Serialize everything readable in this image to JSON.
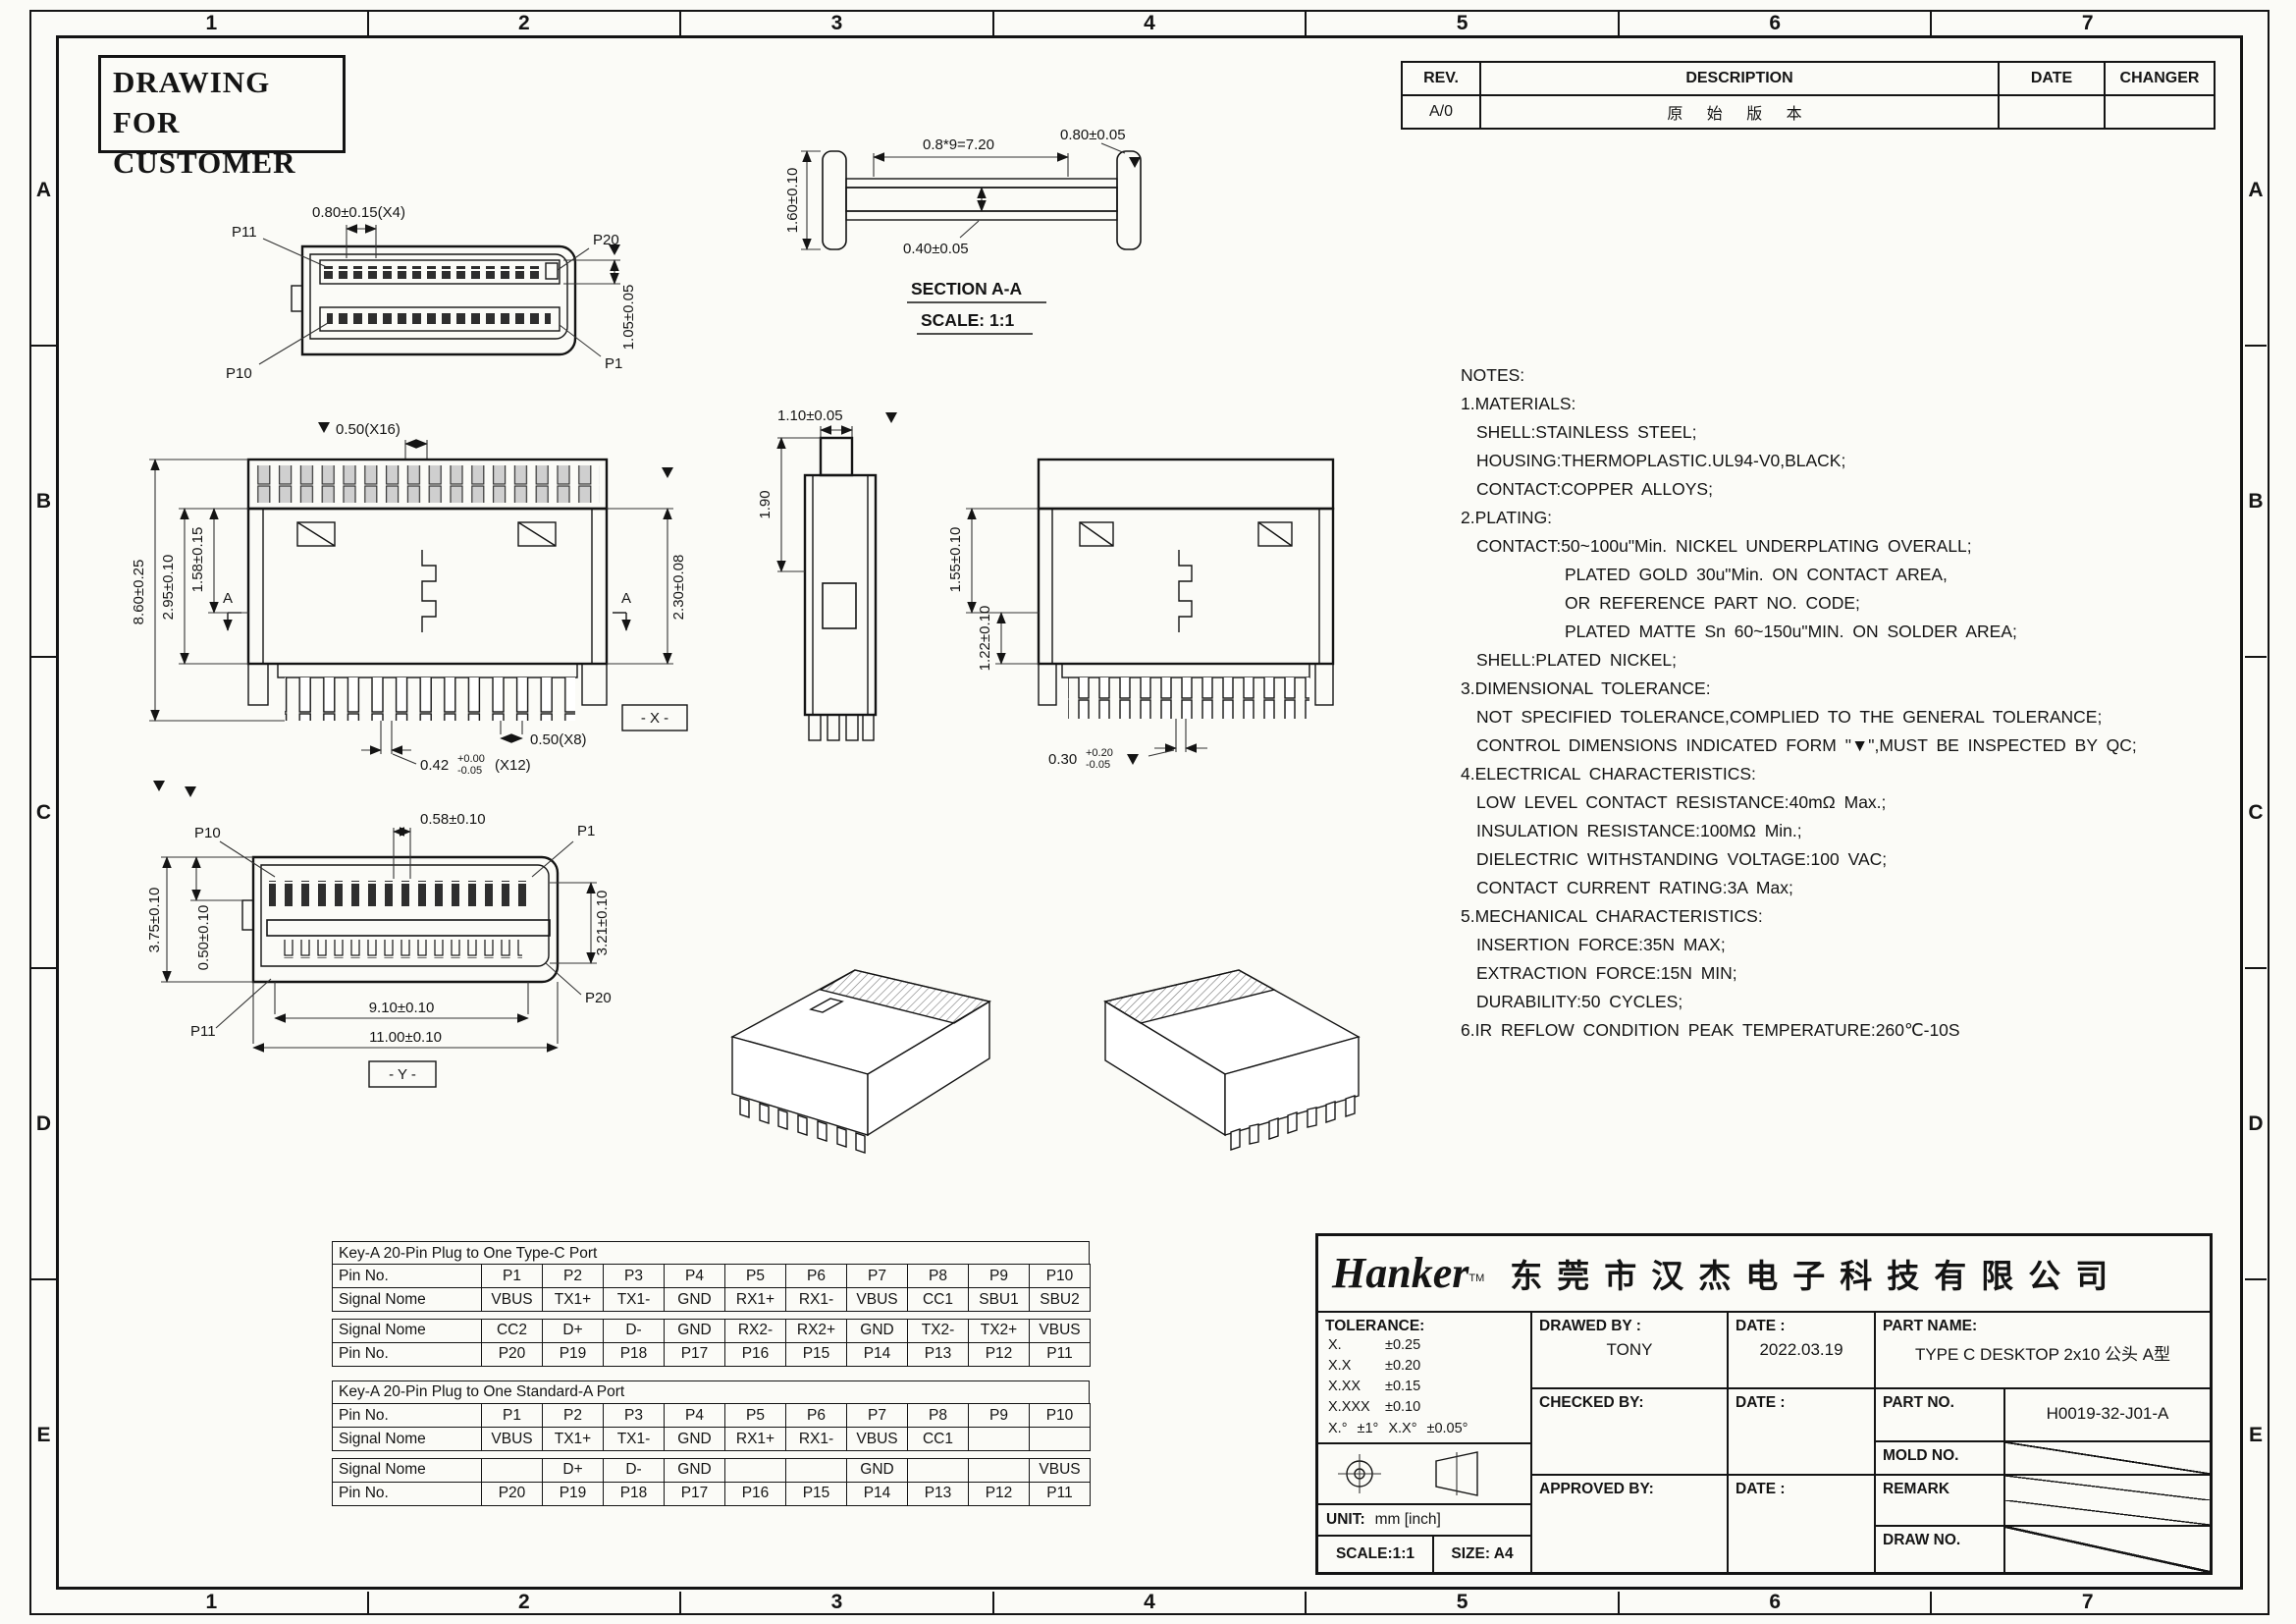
{
  "sheet": {
    "title_line1": "DRAWING FOR",
    "title_line2": "CUSTOMER",
    "grid_cols": [
      "1",
      "2",
      "3",
      "4",
      "5",
      "6",
      "7"
    ],
    "grid_rows": [
      "A",
      "B",
      "C",
      "D",
      "E"
    ]
  },
  "revision": {
    "h_rev": "REV.",
    "h_desc": "DESCRIPTION",
    "h_date": "DATE",
    "h_changer": "CHANGER",
    "r_rev": "A/0",
    "r_desc": "原 始 版 本",
    "r_date": "",
    "r_changer": ""
  },
  "notes": {
    "heading": "NOTES:",
    "lines": [
      "1.MATERIALS:",
      "SHELL:STAINLESS STEEL;",
      "HOUSING:THERMOPLASTIC.UL94-V0,BLACK;",
      "CONTACT:COPPER ALLOYS;",
      "2.PLATING:",
      "CONTACT:50~100u\"Min. NICKEL UNDERPLATING OVERALL;",
      "PLATED GOLD 30u\"Min. ON CONTACT AREA,",
      "OR REFERENCE PART NO. CODE;",
      "PLATED MATTE Sn 60~150u\"MIN. ON SOLDER AREA;",
      "SHELL:PLATED NICKEL;",
      "3.DIMENSIONAL TOLERANCE:",
      "NOT SPECIFIED TOLERANCE,COMPLIED TO THE GENERAL TOLERANCE;",
      "CONTROL DIMENSIONS INDICATED FORM \"▼\",MUST BE INSPECTED BY QC;",
      "4.ELECTRICAL CHARACTERISTICS:",
      "LOW LEVEL CONTACT RESISTANCE:40mΩ Max.;",
      "INSULATION RESISTANCE:100MΩ Min.;",
      "DIELECTRIC WITHSTANDING VOLTAGE:100 VAC;",
      "CONTACT CURRENT RATING:3A Max;",
      "5.MECHANICAL CHARACTERISTICS:",
      "INSERTION FORCE:35N MAX;",
      "EXTRACTION FORCE:15N MIN;",
      "DURABILITY:50 CYCLES;",
      "6.IR REFLOW CONDITION PEAK TEMPERATURE:260℃-10S"
    ]
  },
  "views": {
    "top": {
      "p11": "P11",
      "p20": "P20",
      "p10": "P10",
      "p1": "P1",
      "dim_pitch": "0.80±0.15(X4)",
      "dim_h": "1.05±0.05"
    },
    "section": {
      "dim_total": "0.8*9=7.20",
      "dim_end": "0.80±0.05",
      "dim_thk": "1.60±0.10",
      "dim_tongue": "0.40±0.05",
      "title": "SECTION A-A",
      "scale": "SCALE: 1:1"
    },
    "front": {
      "dim_pitch": "0.50(X16)",
      "dim_total_h": "8.60±0.25",
      "dim_body_h": "2.95±0.10",
      "dim_mid_h": "1.58±0.15",
      "dim_right": "2.30±0.08",
      "dim_pitch8": "0.50(X8)",
      "leg_dim": "0.42",
      "leg_tol_up": "+0.00",
      "leg_tol_dn": "-0.05",
      "leg_count": "(X12)",
      "a": "A",
      "x_ref": "- X -"
    },
    "side": {
      "dim_tab": "1.10±0.05",
      "dim_h": "1.90"
    },
    "front2": {
      "dim_h1": "1.55±0.10",
      "dim_h2": "1.22±0.10",
      "leg_dim": "0.30",
      "leg_tol_up": "+0.20",
      "leg_tol_dn": "-0.05"
    },
    "bottom": {
      "p10": "P10",
      "p1": "P1",
      "p11": "P11",
      "p20": "P20",
      "dim_pitch": "0.58±0.10",
      "dim_l1": "3.75±0.10",
      "dim_l2": "0.50±0.10",
      "dim_r": "3.21±0.10",
      "dim_w1": "9.10±0.10",
      "dim_w2": "11.00±0.10",
      "y_ref": "- Y -"
    }
  },
  "pin_tables": {
    "t1": {
      "title": "Key-A 20-Pin Plug to One Type-C Port",
      "pin_label": "Pin No.",
      "sig_label": "Signal Nome",
      "pins_top": [
        "P1",
        "P2",
        "P3",
        "P4",
        "P5",
        "P6",
        "P7",
        "P8",
        "P9",
        "P10"
      ],
      "sigs_top": [
        "VBUS",
        "TX1+",
        "TX1-",
        "GND",
        "RX1+",
        "RX1-",
        "VBUS",
        "CC1",
        "SBU1",
        "SBU2"
      ],
      "sigs_bot": [
        "CC2",
        "D+",
        "D-",
        "GND",
        "RX2-",
        "RX2+",
        "GND",
        "TX2-",
        "TX2+",
        "VBUS"
      ],
      "pins_bot": [
        "P20",
        "P19",
        "P18",
        "P17",
        "P16",
        "P15",
        "P14",
        "P13",
        "P12",
        "P11"
      ]
    },
    "t2": {
      "title": "Key-A 20-Pin Plug to One Standard-A Port",
      "pin_label": "Pin No.",
      "sig_label": "Signal Nome",
      "pins_top": [
        "P1",
        "P2",
        "P3",
        "P4",
        "P5",
        "P6",
        "P7",
        "P8",
        "P9",
        "P10"
      ],
      "sigs_top": [
        "VBUS",
        "TX1+",
        "TX1-",
        "GND",
        "RX1+",
        "RX1-",
        "VBUS",
        "CC1",
        "",
        ""
      ],
      "sigs_bot": [
        "",
        "D+",
        "D-",
        "GND",
        "",
        "",
        "GND",
        "",
        "",
        "VBUS"
      ],
      "pins_bot": [
        "P20",
        "P19",
        "P18",
        "P17",
        "P16",
        "P15",
        "P14",
        "P13",
        "P12",
        "P11"
      ]
    }
  },
  "title_block": {
    "logo": "Hanker",
    "logo_tm": "TM",
    "company": "东莞市汉杰电子科技有限公司",
    "tol_heading": "TOLERANCE:",
    "tol": [
      [
        "X.",
        "±0.25"
      ],
      [
        "X.X",
        "±0.20"
      ],
      [
        "X.XX",
        "±0.15"
      ],
      [
        "X.XXX",
        "±0.10"
      ]
    ],
    "tol_angle": [
      [
        "X.°",
        "±1°"
      ],
      [
        "X.X°",
        "±0.05°"
      ]
    ],
    "drawed_label": "DRAWED BY :",
    "drawed_value": "TONY",
    "date_label": "DATE :",
    "date1_value": "2022.03.19",
    "checked_label": "CHECKED BY:",
    "approved_label": "APPROVED BY:",
    "part_name_label": "PART NAME:",
    "part_name_value": "TYPE C DESKTOP 2x10 公头 A型",
    "part_no_label": "PART NO.",
    "part_no_value": "H0019-32-J01-A",
    "mold_no_label": "MOLD NO.",
    "remark_label": "REMARK",
    "draw_no_label": "DRAW NO.",
    "unit_label": "UNIT:",
    "unit_value": "mm [inch]",
    "scale_text": "SCALE:1:1",
    "size_text": "SIZE: A4"
  }
}
